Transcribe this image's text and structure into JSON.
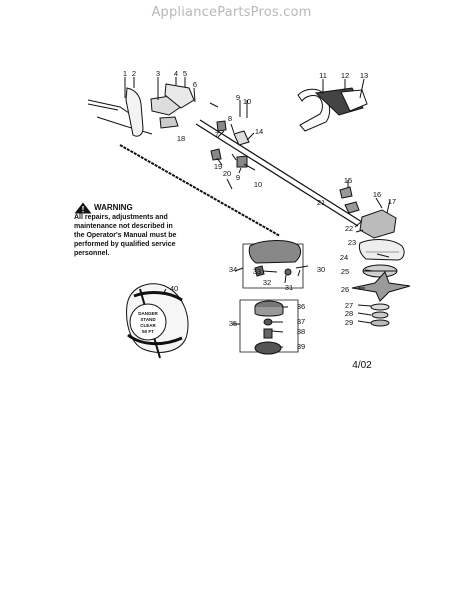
{
  "header": {
    "site": "AppliancePartsPros.com"
  },
  "warning": {
    "title": "WARNING",
    "body": "All repairs, adjustments and maintenance not described in the Operator's Manual must be performed by qualified service personnel."
  },
  "decal": {
    "lines": [
      "DANGER",
      "STAND",
      "CLEAR",
      "50 FT"
    ]
  },
  "revision": "4/02",
  "callouts": [
    "1",
    "2",
    "3",
    "4",
    "5",
    "6",
    "7",
    "8",
    "9",
    "10",
    "11",
    "12",
    "13",
    "14",
    "15",
    "16",
    "17",
    "18",
    "19",
    "20",
    "21",
    "22",
    "23",
    "24",
    "25",
    "26",
    "27",
    "28",
    "29",
    "30",
    "31",
    "32",
    "33",
    "34",
    "35",
    "36",
    "37",
    "38",
    "39",
    "40"
  ],
  "callout_9_second": "9",
  "callout_10_second": "10"
}
